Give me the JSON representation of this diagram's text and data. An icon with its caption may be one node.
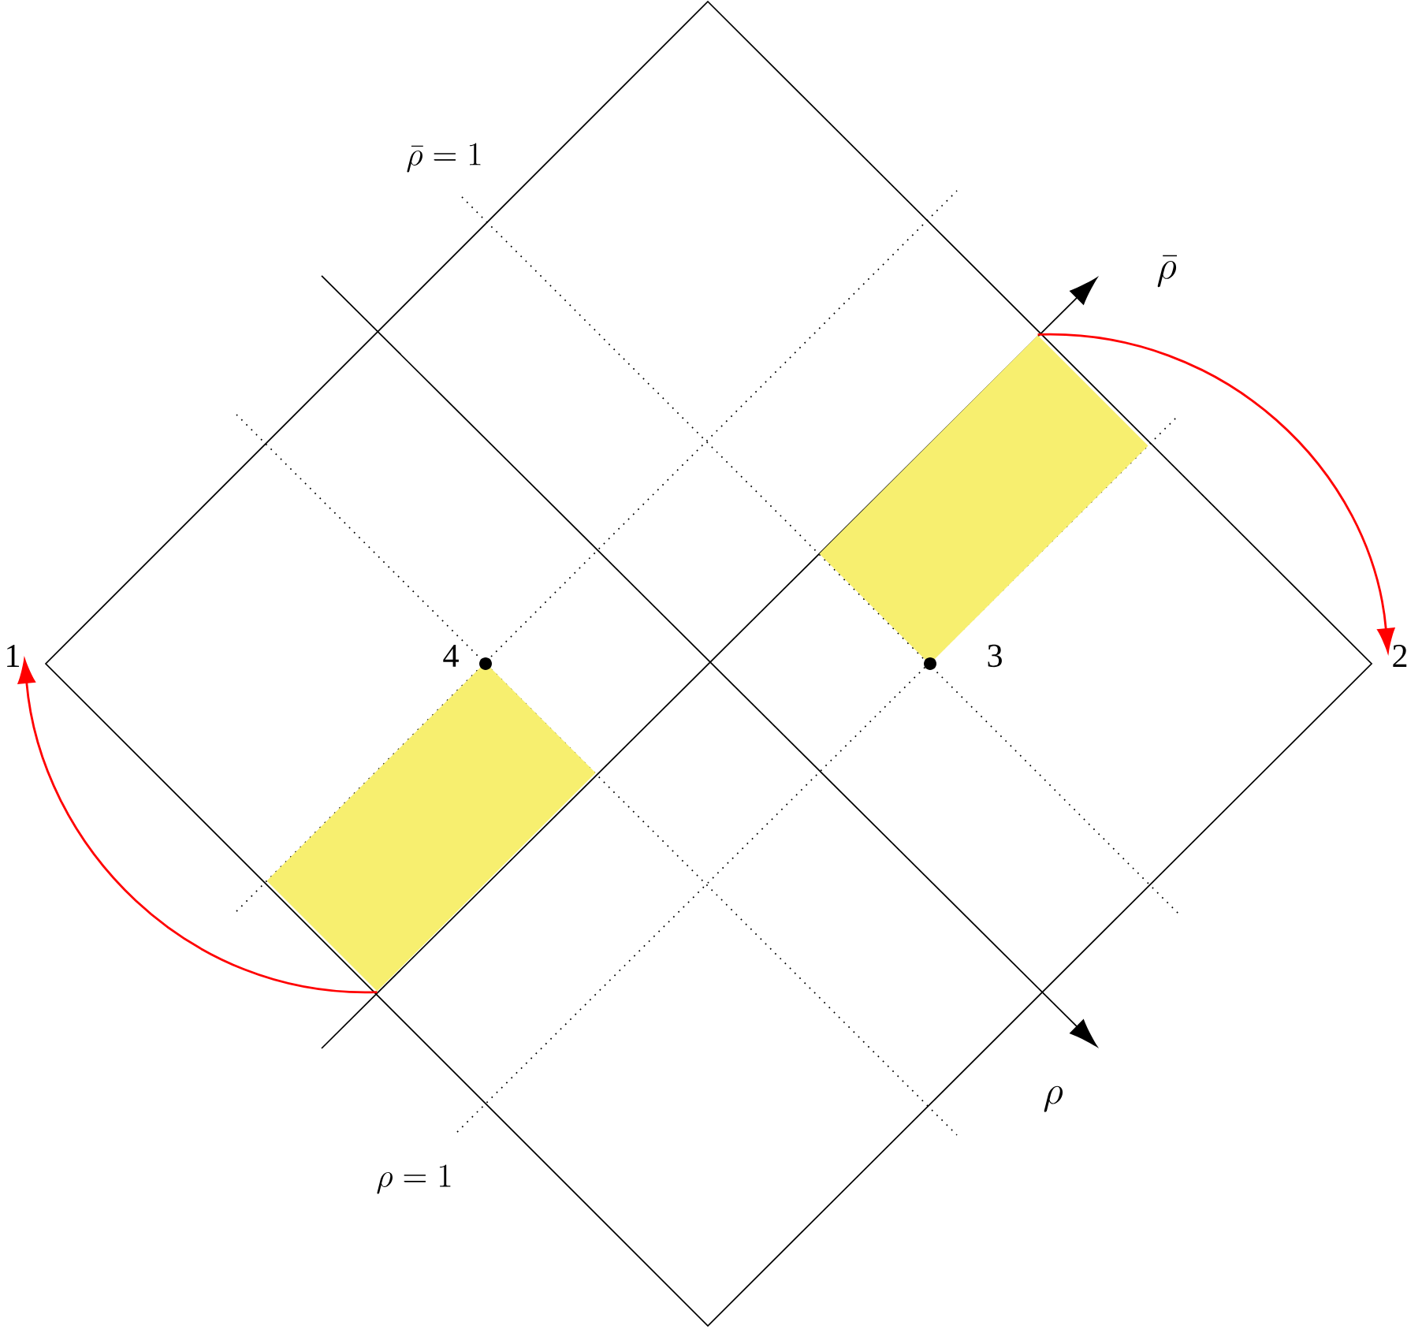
{
  "diagram": {
    "nodes": [
      {
        "text": [],
        "shape": "box"
      },
      {
        "text": [
          "1"
        ]
      },
      {
        "text": [
          "2"
        ]
      },
      {
        "text": [],
        "shape": "box"
      }
    ],
    "edges": [
      {
        "from": 0,
        "to": 2,
        "arrow": "to",
        "color": "#ff0000"
      },
      {
        "from": 3,
        "to": 1,
        "arrow": "to",
        "color": "#ff0000"
      }
    ],
    "labels": [
      "\\bar{\\rho}=1",
      "\\bar{\\rho}",
      "4",
      "3",
      "\\rho",
      "\\rho=1"
    ]
  }
}
